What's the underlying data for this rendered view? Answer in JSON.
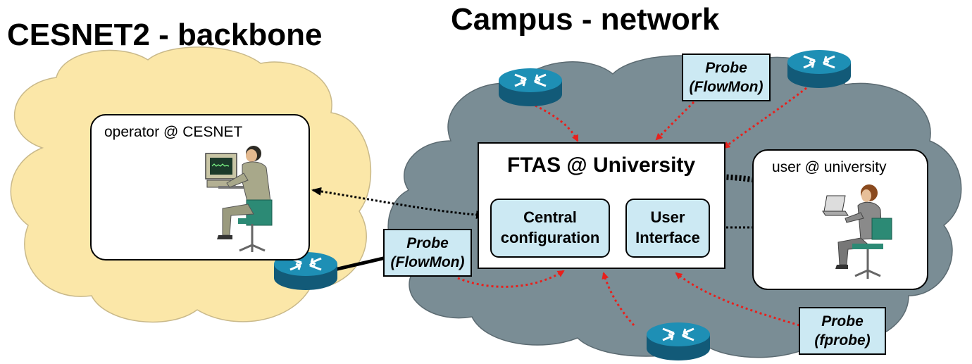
{
  "titles": {
    "backbone": "CESNET2 - backbone",
    "campus": "Campus - network"
  },
  "operator": {
    "label": "operator @ CESNET"
  },
  "user": {
    "label": "user @ university"
  },
  "ftas": {
    "title": "FTAS @ University",
    "central": {
      "line1": "Central",
      "line2": "configuration"
    },
    "ui": {
      "line1": "User",
      "line2": "Interface"
    }
  },
  "probes": {
    "top": {
      "line1": "Probe",
      "line2": "(FlowMon)"
    },
    "left": {
      "line1": "Probe",
      "line2": "(FlowMon)"
    },
    "bottom": {
      "line1": "Probe",
      "line2": "(fprobe)"
    }
  },
  "colors": {
    "backbone_cloud": "#fbe7a8",
    "campus_cloud": "#7a8d95",
    "router": "#1e8fb5",
    "module_fill": "#cce9f3",
    "arrow_red": "#e8201c"
  },
  "icons": [
    "router-icon",
    "operator-computer-icon",
    "user-laptop-icon"
  ]
}
